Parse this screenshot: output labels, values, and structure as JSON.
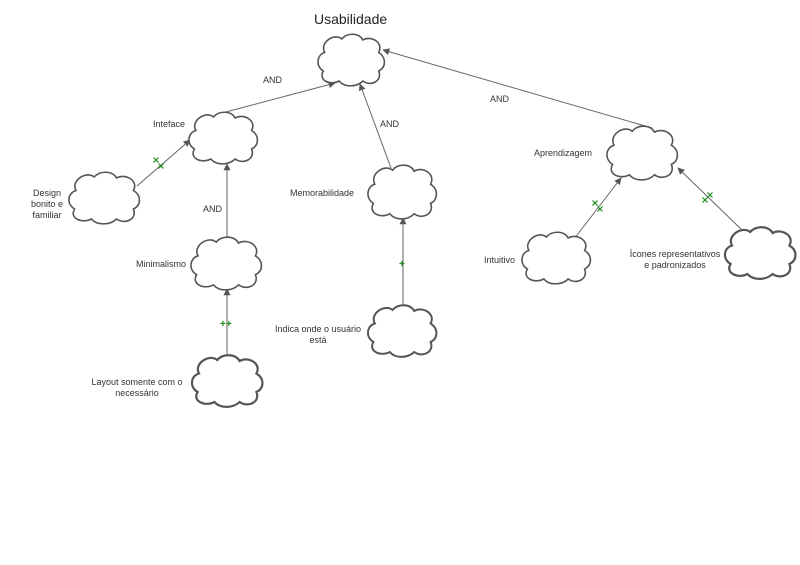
{
  "title": "Usabilidade",
  "nodes": {
    "interface": "Inteface",
    "memorabilidade": "Memorabilidade",
    "aprendizagem": "Aprendizagem",
    "design_line1": "Design",
    "design_line2": "bonito e",
    "design_line3": "familiar",
    "minimalismo": "Minimalismo",
    "layout_line1": "Layout somente com o",
    "layout_line2": "necessário",
    "indica_line1": "Indica onde o usuário",
    "indica_line2": "está",
    "intuitivo": "Intuitivo",
    "icones_line1": "Ícones representativos",
    "icones_line2": "e padronizados"
  },
  "links": {
    "and_interface": "AND",
    "and_memorabilidade": "AND",
    "and_aprendizagem": "AND",
    "and_minimalismo": "AND",
    "plus_plus_layout": "++",
    "plus_indica": "+"
  },
  "colors": {
    "line": "#555555",
    "cloud_stroke": "#555555",
    "contribution": "#1a8a1a",
    "text": "#333333"
  }
}
